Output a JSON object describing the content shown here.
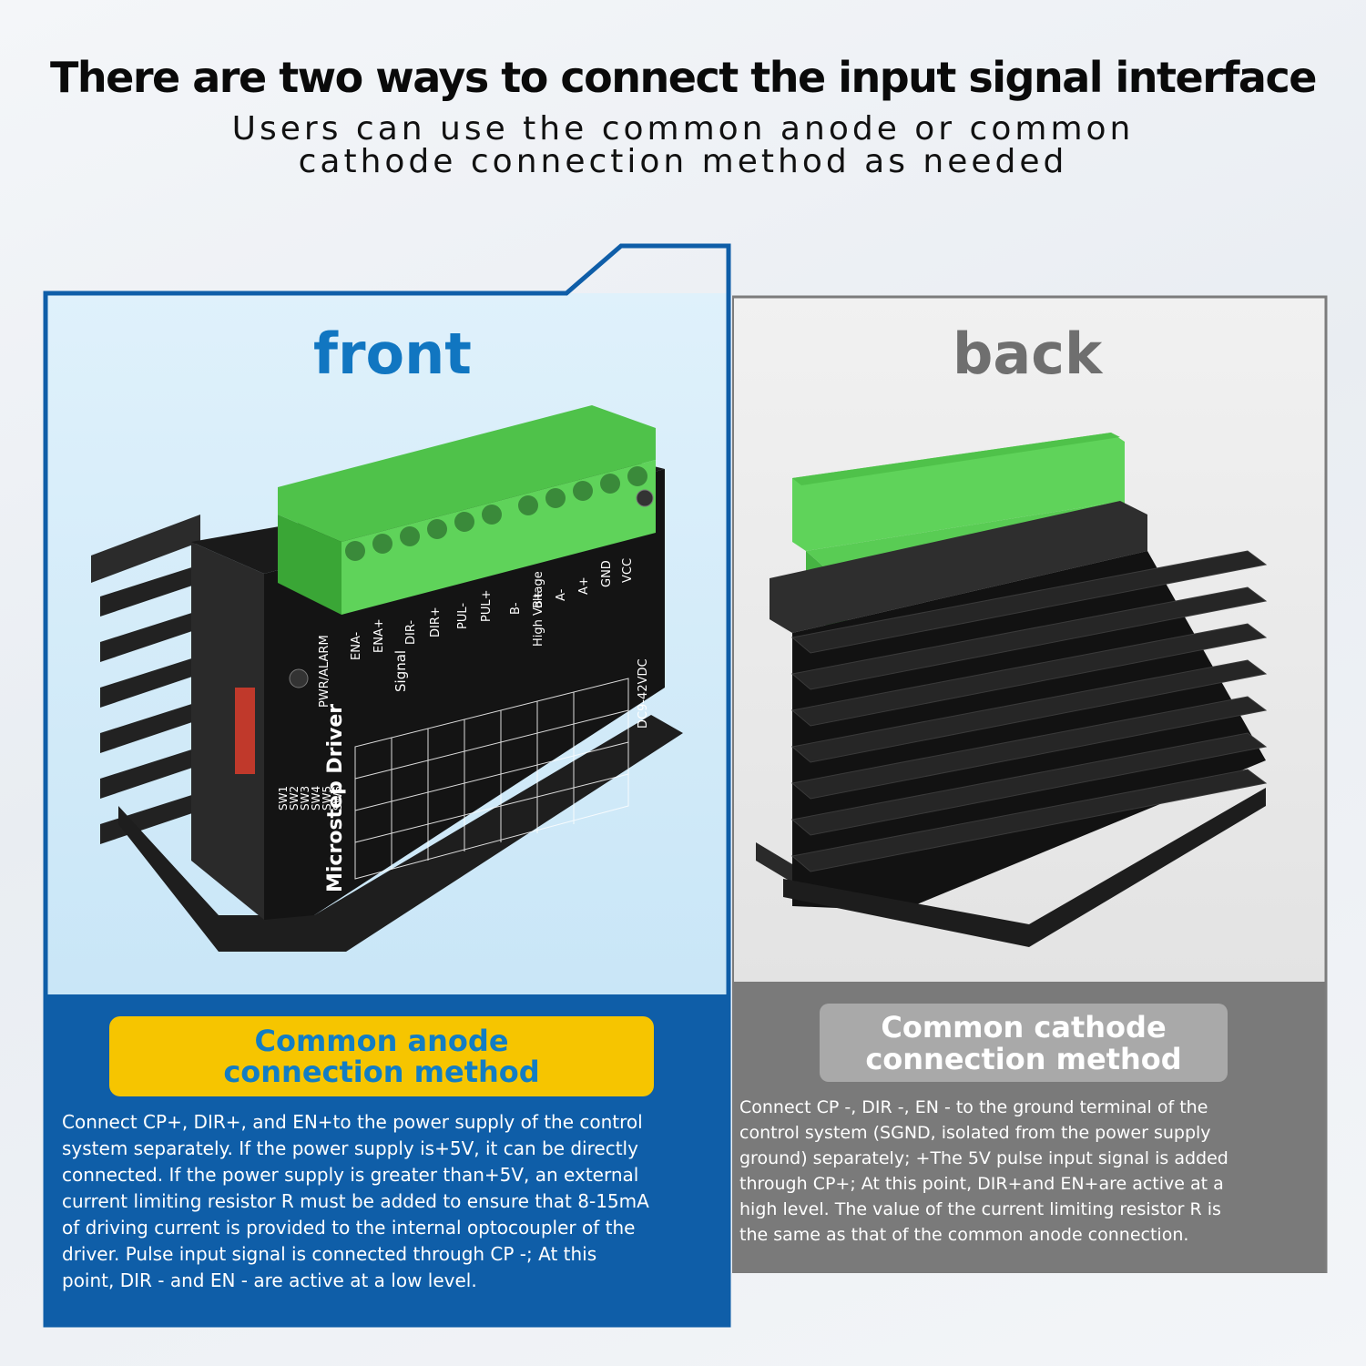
{
  "header": {
    "title": "There are two ways to connect the input signal interface",
    "subtitle_line1": "Users can use the common anode or common",
    "subtitle_line2": "cathode connection method as needed"
  },
  "front": {
    "label": "front",
    "method_line1": "Common anode",
    "method_line2": "connection method",
    "description_lines": [
      "Connect CP+, DIR+, and EN+to the power supply of the control",
      "system separately. If the power supply is+5V, it can be directly",
      "connected. If the power supply is greater than+5V, an external",
      "current limiting resistor R must be added to ensure that 8-15mA",
      "of driving current is provided to the internal optocoupler of the",
      "driver. Pulse input signal is connected through CP -; At this",
      "point, DIR - and EN - are active at a low level."
    ],
    "board": {
      "name": "Microstep Driver",
      "pwr": "PWR/ALARM",
      "signal": "Signal",
      "high_voltage": "High Voltage",
      "voltage": "DC9-42VDC",
      "terminals": [
        "ENA-",
        "ENA+",
        "DIR-",
        "DIR+",
        "PUL-",
        "PUL+",
        "B-",
        "B+",
        "A-",
        "A+",
        "GND",
        "VCC"
      ],
      "switches": [
        "SW1",
        "SW2",
        "SW3",
        "SW4",
        "SW5",
        "SW6"
      ]
    }
  },
  "back": {
    "label": "back",
    "method_line1": "Common cathode",
    "method_line2": "connection method",
    "description_lines": [
      "Connect CP -, DIR -, EN - to the ground terminal of the",
      "control system (SGND, isolated from the power supply",
      "ground) separately; +The 5V pulse input signal is added",
      "through CP+; At this point, DIR+and EN+are active at a",
      "high level. The value of the current limiting resistor R is",
      "the same as that of the common anode connection."
    ]
  },
  "colors": {
    "front_blue": "#0f5ea8",
    "front_label": "#1176c1",
    "anode_yellow": "#f6c500",
    "back_gray": "#7a7a7a",
    "terminal_green": "#5fd35a"
  }
}
